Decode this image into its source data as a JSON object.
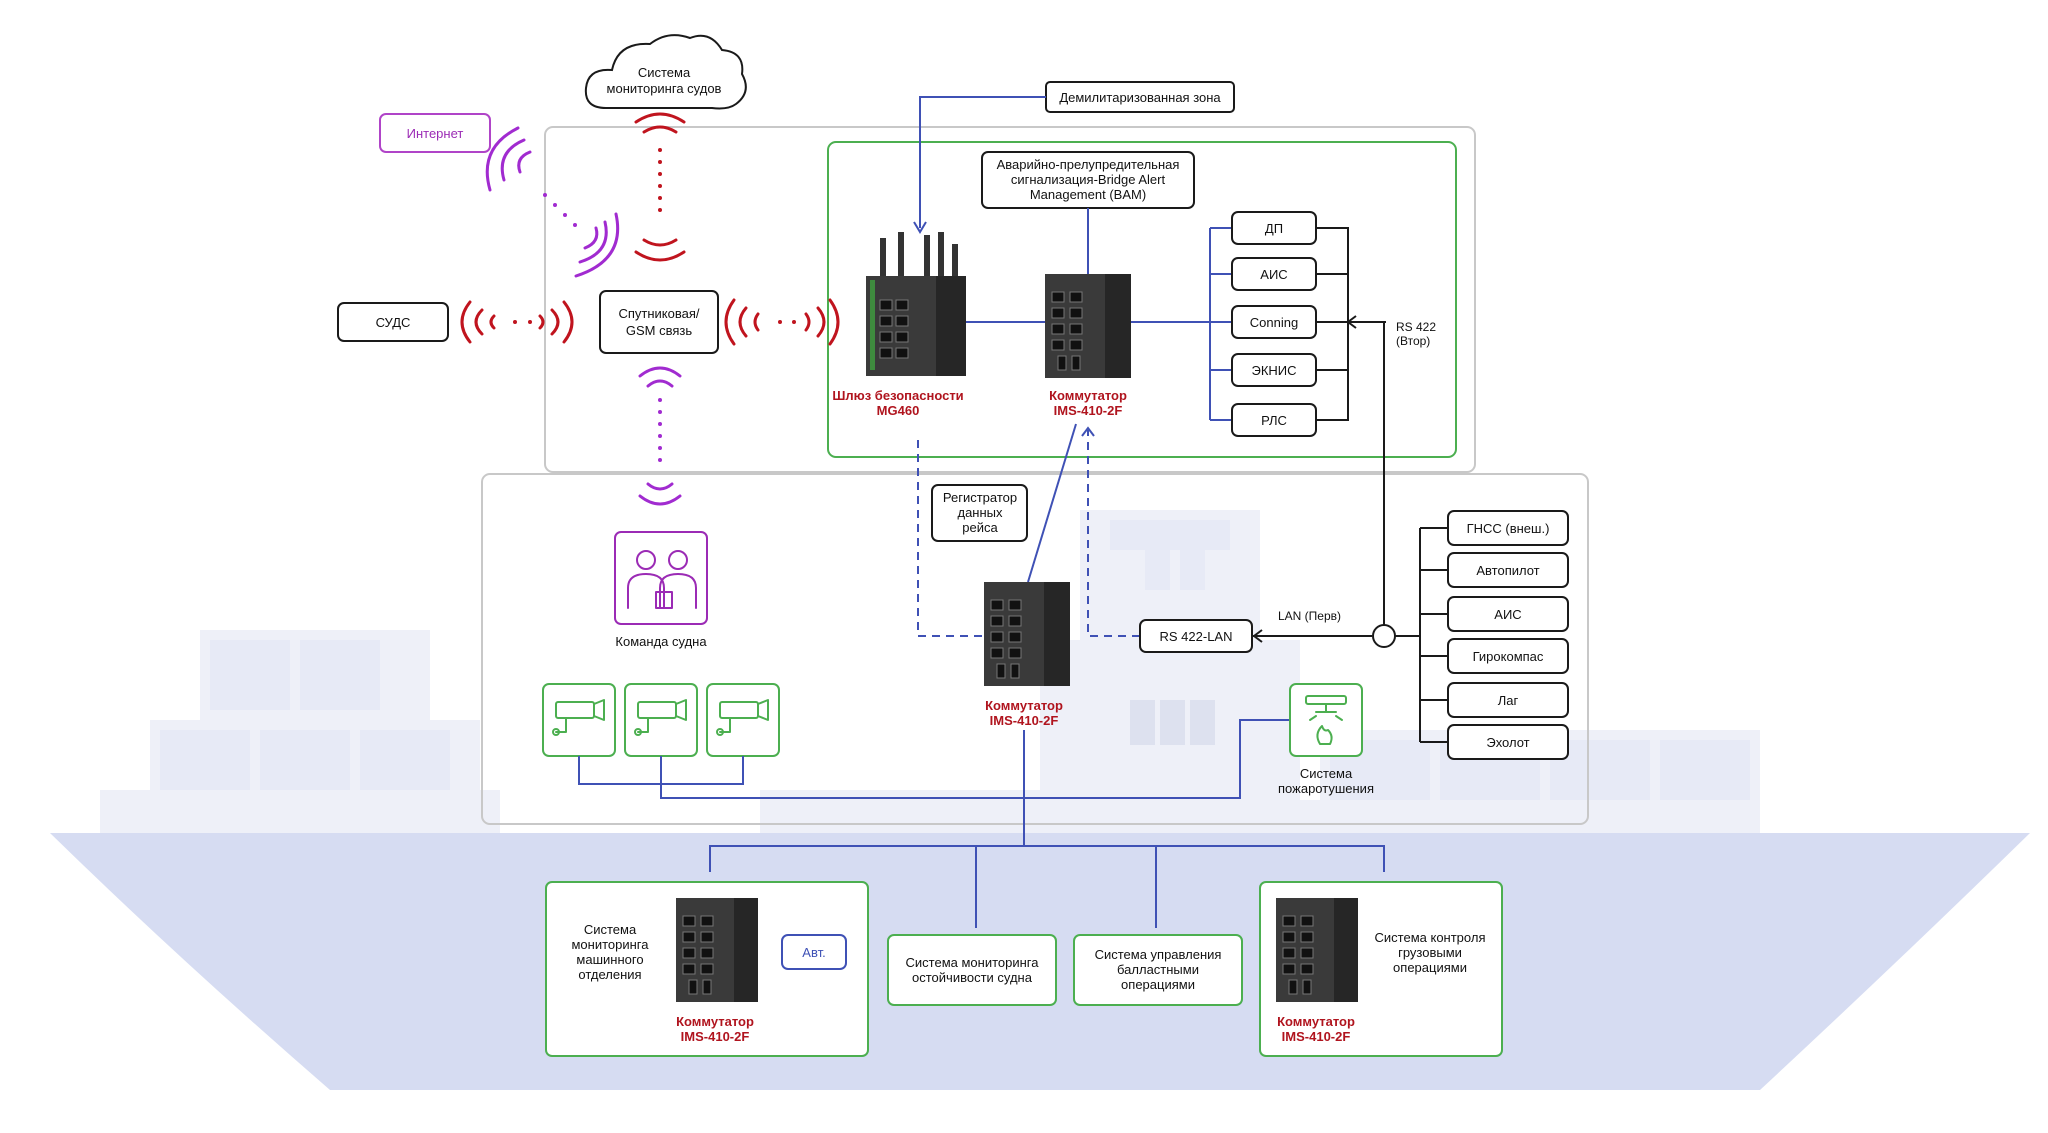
{
  "external": {
    "vessel_monitoring": [
      "Система",
      "мониторинга судов"
    ],
    "internet": "Интернет",
    "suds": "СУДС",
    "satellite": [
      "Спутниковая/",
      "GSM связь"
    ],
    "dmz": "Демилитаризованная зона"
  },
  "bridge": {
    "bam": [
      "Аварийно-прелупредительная",
      "сигнализация-Bridge Alert",
      "Management (BAM)"
    ],
    "gateway_label": [
      "Шлюз безопасности",
      "MG460"
    ],
    "switch_label": [
      "Коммутатор",
      "IMS-410-2F"
    ],
    "systems": [
      "ДП",
      "АИС",
      "Conning",
      "ЭКНИС",
      "РЛС"
    ],
    "rs422": [
      "RS 422",
      "(Втор)"
    ]
  },
  "deck": {
    "vdr": [
      "Регистратор",
      "данных",
      "рейса"
    ],
    "crew": "Команда судна",
    "rs422_lan": "RS 422-LAN",
    "lan_label": "LAN (Перв)",
    "switch_label": [
      "Коммутатор",
      "IMS-410-2F"
    ],
    "fire": [
      "Система",
      "пожаротушения"
    ],
    "sensors": [
      "ГНСС (внеш.)",
      "Автопилот",
      "АИС",
      "Гирокомпас",
      "Лаг",
      "Эхолот"
    ]
  },
  "lower": {
    "engine": [
      "Система",
      "мониторинга",
      "машинного",
      "отделения"
    ],
    "auto": "Авт.",
    "engine_switch": [
      "Коммутатор",
      "IMS-410-2F"
    ],
    "stability": [
      "Система мониторинга",
      "остойчивости судна"
    ],
    "ballast": [
      "Система управления",
      "балластными",
      "операциями"
    ],
    "cargo": [
      "Система контроля",
      "грузовыми",
      "операциями"
    ],
    "cargo_switch": [
      "Коммутатор",
      "IMS-410-2F"
    ]
  },
  "colors": {
    "accent_green": "#4caf50",
    "line_blue": "#3f51b5",
    "device_red": "#b0141e",
    "wireless_red": "#c0141e",
    "wireless_purple": "#a12bd0",
    "ship_fill": "#e7eaf6"
  }
}
